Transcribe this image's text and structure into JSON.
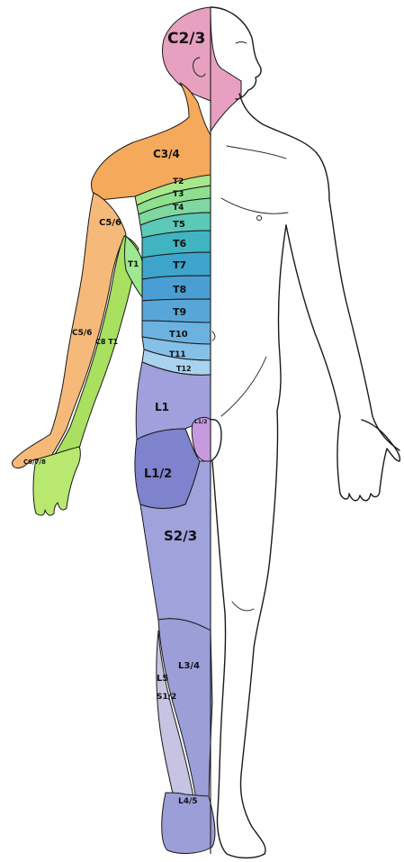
{
  "labels": {
    "c23": "C2/3",
    "c34": "C3/4",
    "c56_shoulder": "C5/6",
    "t1_arm": "T1",
    "c56_arm": "C5/6",
    "c8t1": "C8 T1",
    "c678": "C6/7/8",
    "t2": "T2",
    "t3": "T3",
    "t4": "T4",
    "t5": "T5",
    "t6": "T6",
    "t7": "T7",
    "t8": "T8",
    "t9": "T9",
    "t10": "T10",
    "t11": "T11",
    "t12": "T12",
    "l1": "L1",
    "l12_groin": "L1/2",
    "l12_thigh": "L1/2",
    "s23": "S2/3",
    "l34": "L3/4",
    "l5": "L5",
    "s12": "S1/2",
    "l45": "L4/5"
  },
  "colors": {
    "cervical_head": "#e8a0c0",
    "cervical_shoulder": "#f5a95a",
    "arm_c5c6": "#f5b97a",
    "arm_c8t1": "#a9e060",
    "hand": "#b8e870",
    "thoracic_upper": "#8ee08e",
    "thoracic_mid": "#4aa8d8",
    "thoracic_lower": "#8bbde8",
    "lumbar_l1": "#9fa0dc",
    "lumbar_l12": "#7f82cc",
    "sacral": "#a0a2dc",
    "leg_lower": "#9c9ed8",
    "leg_l5": "#c7c3e3",
    "genital": "#c79ae0"
  }
}
